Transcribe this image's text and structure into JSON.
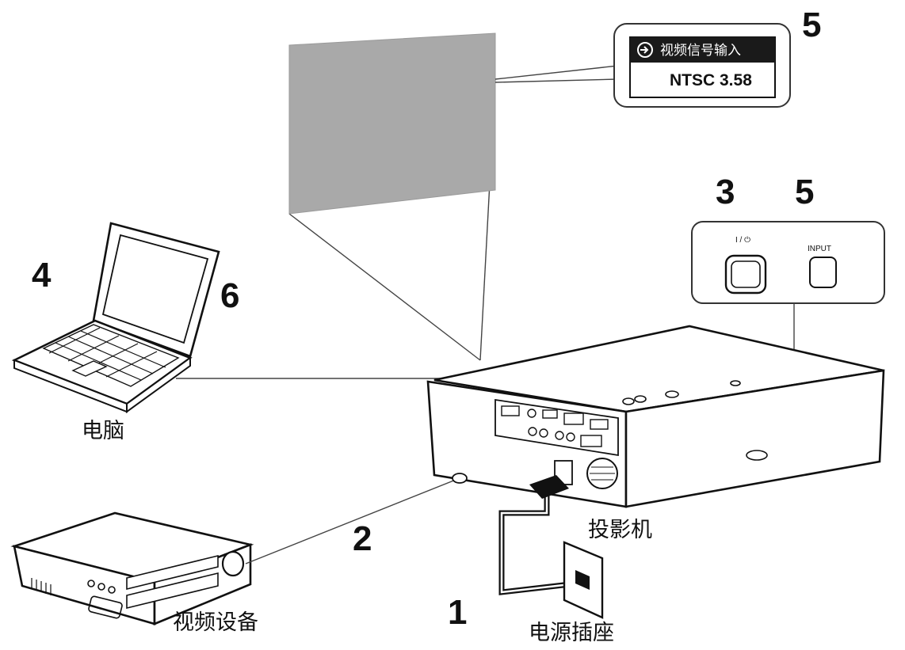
{
  "steps": {
    "s1": "1",
    "s2": "2",
    "s3": "3",
    "s4": "4",
    "s5_top": "5",
    "s5_panel": "5",
    "s6": "6"
  },
  "labels": {
    "computer": "电脑",
    "video_device": "视频设备",
    "projector": "投影机",
    "power_outlet": "电源插座"
  },
  "osd": {
    "title": "视频信号输入",
    "value": "NTSC 3.58",
    "icon": "input-arrow-icon"
  },
  "control_panel": {
    "power_label": "I / ⏻",
    "input_label": "INPUT"
  },
  "colors": {
    "screen": "#a9a9a9",
    "osd_bar": "#1a1a1a",
    "line": "#222222"
  }
}
